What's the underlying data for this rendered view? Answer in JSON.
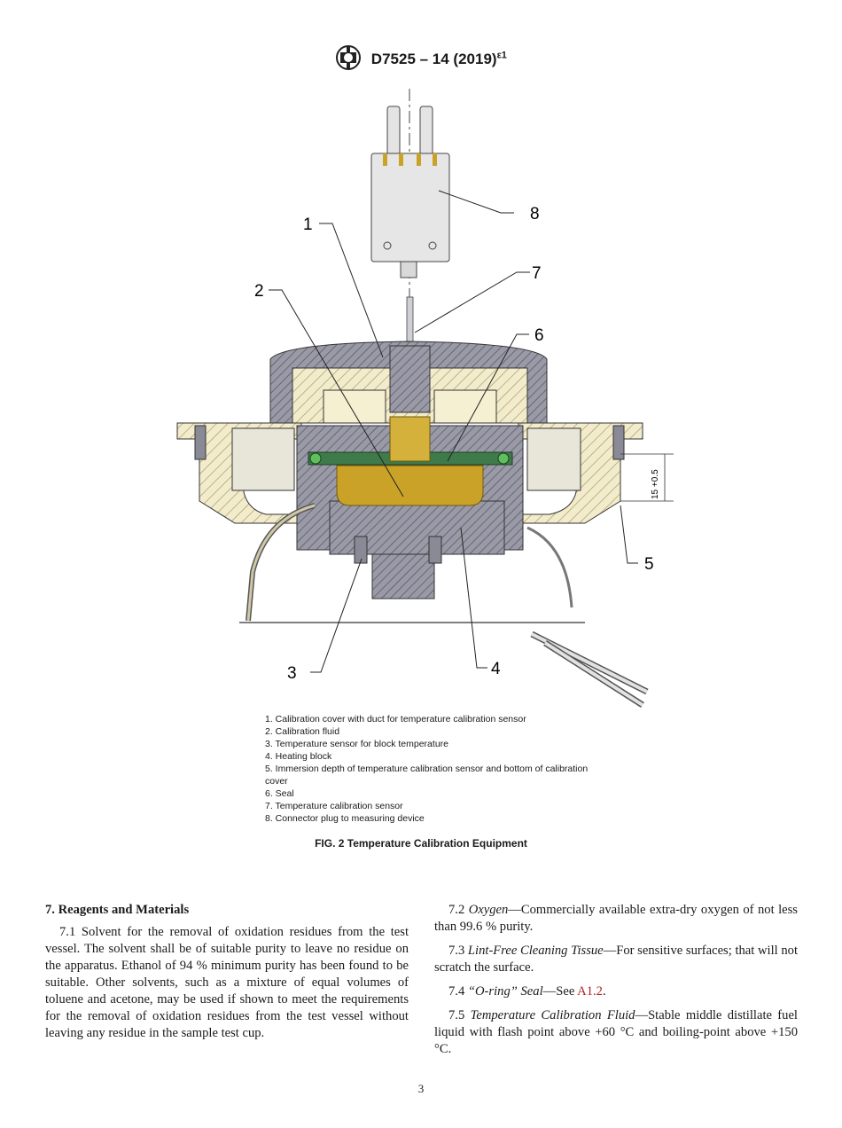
{
  "header": {
    "doc_id": "D7525 – 14 (2019)",
    "epsilon": "ε1"
  },
  "figure": {
    "callouts": [
      "1",
      "2",
      "3",
      "4",
      "5",
      "6",
      "7",
      "8"
    ],
    "dimension_label": "15 +0.5"
  },
  "legend": [
    "1. Calibration cover with duct for temperature calibration sensor",
    "2. Calibration fluid",
    "3. Temperature sensor for block temperature",
    "4. Heating block",
    "5. Immersion depth of temperature calibration sensor and bottom of calibration cover",
    "6. Seal",
    "7. Temperature calibration sensor",
    "8. Connector plug to measuring device"
  ],
  "caption": "FIG. 2 Temperature Calibration Equipment",
  "section": {
    "heading": "7. Reagents and Materials",
    "p71": "7.1 Solvent for the removal of oxidation residues from the test vessel. The solvent shall be of suitable purity to leave no residue on the apparatus. Ethanol of 94 % minimum purity has been found to be suitable. Other solvents, such as a mixture of equal volumes of toluene and acetone, may be used if shown to meet the requirements for the removal of oxidation residues from the test vessel without leaving any residue in the sample test cup.",
    "p72_num": "7.2",
    "p72_term": "Oxygen",
    "p72_text": "—Commercially available extra-dry oxygen of not less than 99.6 % purity.",
    "p73_num": "7.3",
    "p73_term": "Lint-Free Cleaning Tissue",
    "p73_text": "—For sensitive surfaces; that will not scratch the surface.",
    "p74_num": "7.4",
    "p74_term": "“O-ring” Seal",
    "p74_text": "—See ",
    "p74_link": "A1.2",
    "p74_end": ".",
    "p75_num": "7.5",
    "p75_term": "Temperature Calibration Fluid",
    "p75_text": "—Stable middle distillate fuel liquid with flash point above +60 °C and boiling-point above +150 °C."
  },
  "page_number": "3"
}
